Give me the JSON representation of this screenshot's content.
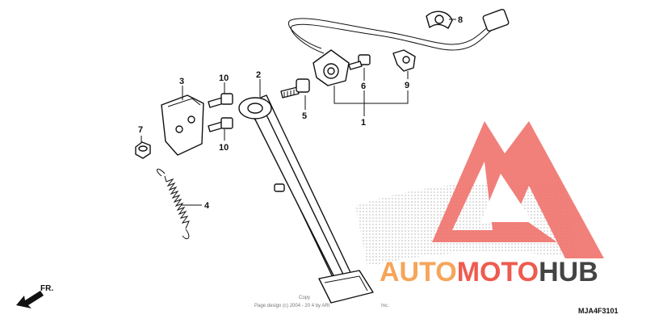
{
  "callouts": {
    "c1": "1",
    "c2": "2",
    "c3": "3",
    "c4": "4",
    "c5": "5",
    "c6": "6",
    "c7": "7",
    "c8": "8",
    "c9": "9",
    "c10a": "10",
    "c10b": "10"
  },
  "direction_label": "FR.",
  "copyright_line1": "Copy",
  "copyright_line2": "Page design (c) 2004 - 20  4 by ARI",
  "copyright_line3": "Inc.",
  "diagram_code": "MJA4F3101",
  "watermark": {
    "part1": "AUTO",
    "part2": "MOTO",
    "part3": "HUB",
    "color_orange": "#f6a55a",
    "color_red": "#ee5b4f",
    "color_gray": "#444444"
  },
  "logo_color": "#ec5a52"
}
